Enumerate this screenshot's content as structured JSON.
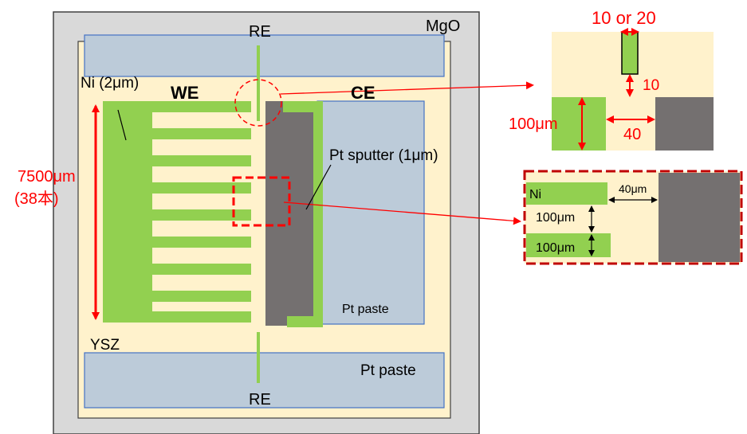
{
  "labels": {
    "mgo": "MgO",
    "re_top": "RE",
    "re_bottom": "RE",
    "ni": "Ni (2μm)",
    "we": "WE",
    "ce": "CE",
    "pt_sputter": "Pt sputter (1μm)",
    "pt_paste_right": "Pt paste",
    "pt_paste_bottom": "Pt paste",
    "ysz": "YSZ",
    "length": "7500μm",
    "count": "(38本)"
  },
  "detail_top": {
    "ref_width": "10 or 20",
    "ref_gap": "10",
    "finger": "100μm",
    "gap": "40"
  },
  "detail_mid": {
    "ni": "Ni",
    "gap": "40μm",
    "spacing": "100μm",
    "finger": "100μm"
  },
  "colors": {
    "mgo": "#d9d9d9",
    "ysz": "#fff2cc",
    "ni": "#92d050",
    "pt_paste": "#bccbd9",
    "pt_paste_border": "#4472c4",
    "pt_sputter": "#747070",
    "annotation": "#ff0000"
  }
}
